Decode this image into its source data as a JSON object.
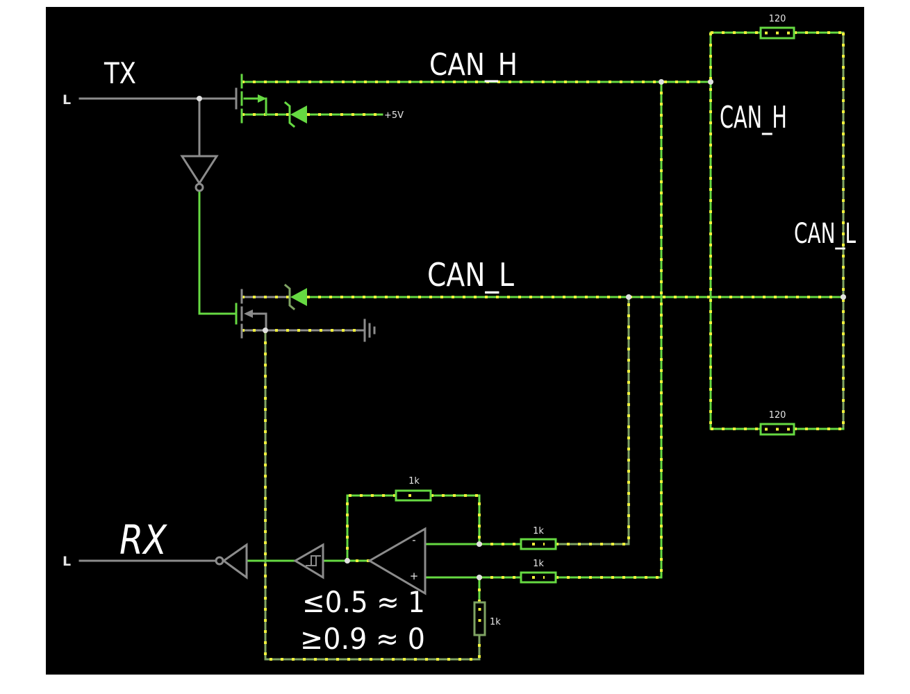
{
  "annotations": {
    "tx": "TX",
    "can_h_bus": "CAN_H",
    "can_h_termination": "CAN_H",
    "can_l_termination": "CAN_L",
    "can_l_bus": "CAN_L",
    "rx": "RX",
    "threshold_low": "≤0.5 ≈ 1",
    "threshold_high": "≥0.9 ≈ 0"
  },
  "tx_input": {
    "state": "L"
  },
  "rx_output": {
    "state": "L"
  },
  "supply": {
    "label": "+5V"
  },
  "termination": {
    "top_value": "120",
    "bottom_value": "120"
  },
  "receiver": {
    "feedback_value": "1k",
    "minus_input_value": "1k",
    "plus_input_value": "1k",
    "ground_value": "1k",
    "opamp_minus": "-",
    "opamp_plus": "+"
  },
  "colors": {
    "page": "#ffffff",
    "canvas": "#000000",
    "wire_high": "#66d942",
    "wire_mid": "#7fa363",
    "wire_low": "#8c8c8c",
    "current": "#f0f03a",
    "junction": "#e0e0e0",
    "label": "#e6e6e6",
    "annotation": "#ffffff"
  }
}
